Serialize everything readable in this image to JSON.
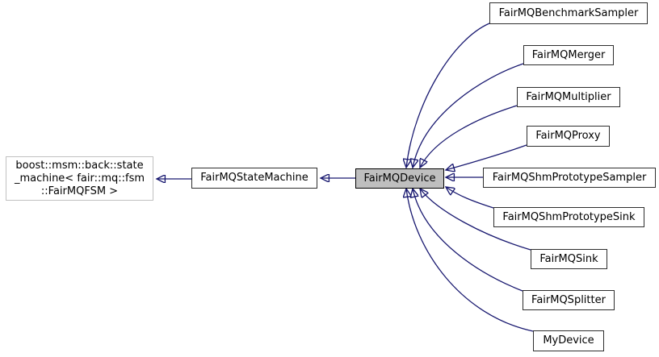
{
  "diagram": {
    "type": "class-inheritance-graph",
    "colors": {
      "arrow": "#191970",
      "node_border": "#2e2e2e",
      "external_node_border": "#c0c0c0",
      "highlighted_node_fill": "#bfbfbf",
      "node_fill": "#ffffff",
      "text": "#000000"
    },
    "nodes": {
      "boost_state_machine": {
        "label": "boost::msm::back::state_machine< fair::mq::fsm::FairMQFSM >",
        "label_lines": [
          "boost::msm::back::state",
          "_machine< fair::mq::fsm",
          "::FairMQFSM >"
        ],
        "style": "external"
      },
      "state_machine": {
        "label": "FairMQStateMachine",
        "style": "normal"
      },
      "device": {
        "label": "FairMQDevice",
        "style": "highlighted"
      },
      "benchmark_sampler": {
        "label": "FairMQBenchmarkSampler",
        "style": "normal"
      },
      "merger": {
        "label": "FairMQMerger",
        "style": "normal"
      },
      "multiplier": {
        "label": "FairMQMultiplier",
        "style": "normal"
      },
      "proxy": {
        "label": "FairMQProxy",
        "style": "normal"
      },
      "shm_prototype_sampler": {
        "label": "FairMQShmPrototypeSampler",
        "style": "normal"
      },
      "shm_prototype_sink": {
        "label": "FairMQShmPrototypeSink",
        "style": "normal"
      },
      "sink": {
        "label": "FairMQSink",
        "style": "normal"
      },
      "splitter": {
        "label": "FairMQSplitter",
        "style": "normal"
      },
      "my_device": {
        "label": "MyDevice",
        "style": "normal"
      }
    },
    "edges": [
      {
        "from": "FairMQStateMachine",
        "to": "boost::msm::back::state_machine< fair::mq::fsm::FairMQFSM >",
        "relation": "inherits"
      },
      {
        "from": "FairMQDevice",
        "to": "FairMQStateMachine",
        "relation": "inherits"
      },
      {
        "from": "FairMQBenchmarkSampler",
        "to": "FairMQDevice",
        "relation": "inherits"
      },
      {
        "from": "FairMQMerger",
        "to": "FairMQDevice",
        "relation": "inherits"
      },
      {
        "from": "FairMQMultiplier",
        "to": "FairMQDevice",
        "relation": "inherits"
      },
      {
        "from": "FairMQProxy",
        "to": "FairMQDevice",
        "relation": "inherits"
      },
      {
        "from": "FairMQShmPrototypeSampler",
        "to": "FairMQDevice",
        "relation": "inherits"
      },
      {
        "from": "FairMQShmPrototypeSink",
        "to": "FairMQDevice",
        "relation": "inherits"
      },
      {
        "from": "FairMQSink",
        "to": "FairMQDevice",
        "relation": "inherits"
      },
      {
        "from": "FairMQSplitter",
        "to": "FairMQDevice",
        "relation": "inherits"
      },
      {
        "from": "MyDevice",
        "to": "FairMQDevice",
        "relation": "inherits"
      }
    ]
  }
}
